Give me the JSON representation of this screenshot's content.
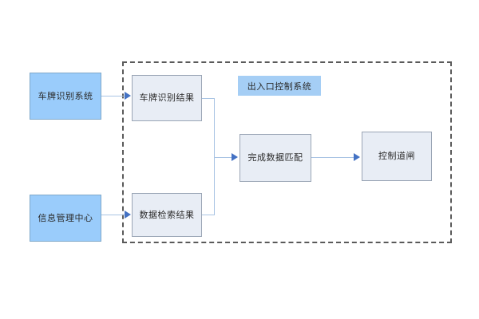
{
  "diagram": {
    "title_chip": {
      "label": "出入口控制系统"
    },
    "external_nodes": [
      {
        "id": "lpr-system",
        "label": "车牌识别系统"
      },
      {
        "id": "info-center",
        "label": "信息管理中心"
      }
    ],
    "internal_nodes": [
      {
        "id": "lpr-result",
        "label": "车牌识别结果"
      },
      {
        "id": "data-result",
        "label": "数据检索结果"
      },
      {
        "id": "data-match",
        "label": "完成数据匹配"
      },
      {
        "id": "gate-control",
        "label": "控制道闸"
      }
    ],
    "colors": {
      "external_fill": "#9ACCFB",
      "external_border": "#7FA8C9",
      "internal_fill": "#E8EDF5",
      "internal_border": "#9AA5B5",
      "title_chip_fill": "#A5CEF5",
      "boundary_border": "#5A5A5A",
      "connector_line": "#A9C4E4",
      "arrow_fill": "#4472C4",
      "page_background": "#FFFFFF"
    }
  }
}
